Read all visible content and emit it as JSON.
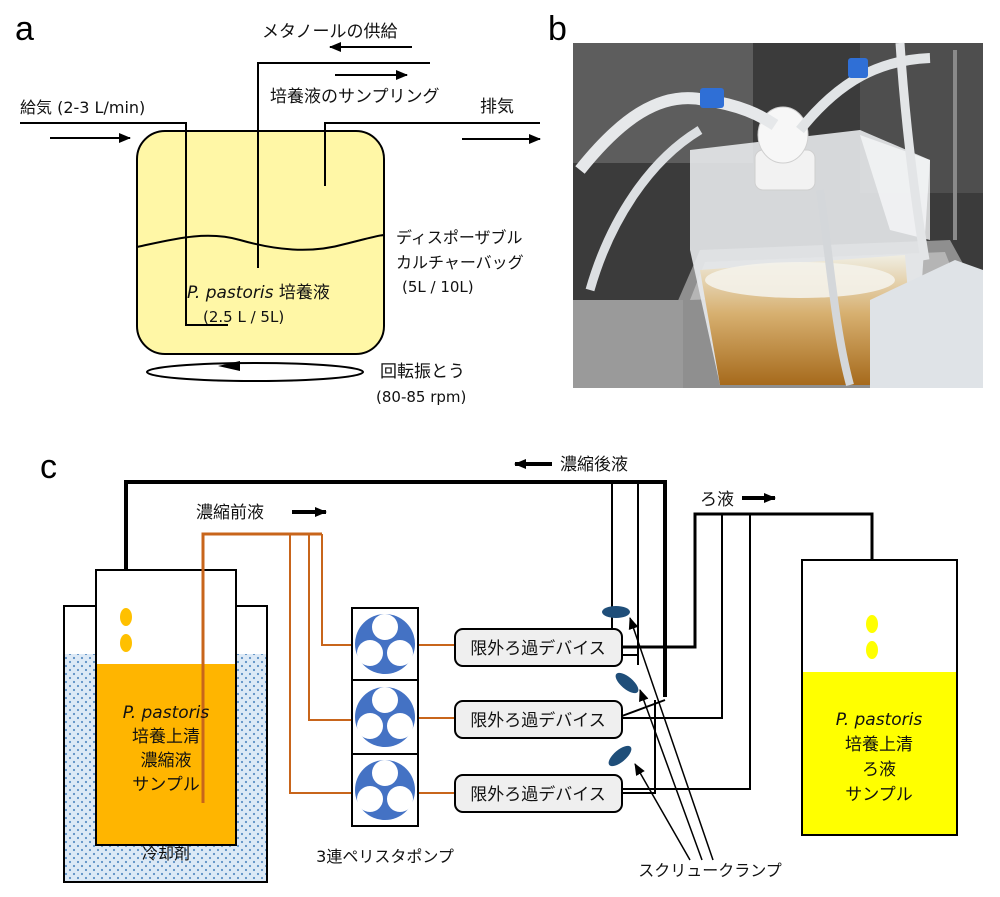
{
  "panels": {
    "a": "a",
    "b": "b",
    "c": "c"
  },
  "a": {
    "methanol": "メタノールの供給",
    "sampling": "培養液のサンプリング",
    "air_in": "給気 (2-3 L/min)",
    "exhaust": "排気",
    "bag_line1": "ディスポーザブル",
    "bag_line2": "カルチャーバッグ",
    "bag_line3": "(5L / 10L)",
    "culture_species": "P. pastoris",
    "culture_word": " 培養液",
    "culture_volume": "(2.5 L / 5L)",
    "shake": "回転振とう",
    "rpm": "(80-85 rpm)"
  },
  "c": {
    "retentate": "濃縮後液",
    "feed": "濃縮前液",
    "filtrate": "ろ液",
    "device": "限外ろ過デバイス",
    "pump": "3連ペリスタポンプ",
    "clamp": "スクリュークランプ",
    "coolant": "冷却剤",
    "left_species": "P. pastoris",
    "left_l2": "培養上清",
    "left_l3": "濃縮液",
    "left_l4": "サンプル",
    "right_species": "P. pastoris",
    "right_l2": "培養上清",
    "right_l3": "ろ液",
    "right_l4": "サンプル"
  },
  "colors": {
    "bag_fill": "#fff7a6",
    "concentrate": "#ffb500",
    "filtrate": "#ffff00",
    "coolant": "#d9e8f5",
    "tube_orange": "#c8651b",
    "pump_blue": "#4472c4",
    "clamp": "#1f4e79",
    "device_fill": "#efefef"
  }
}
